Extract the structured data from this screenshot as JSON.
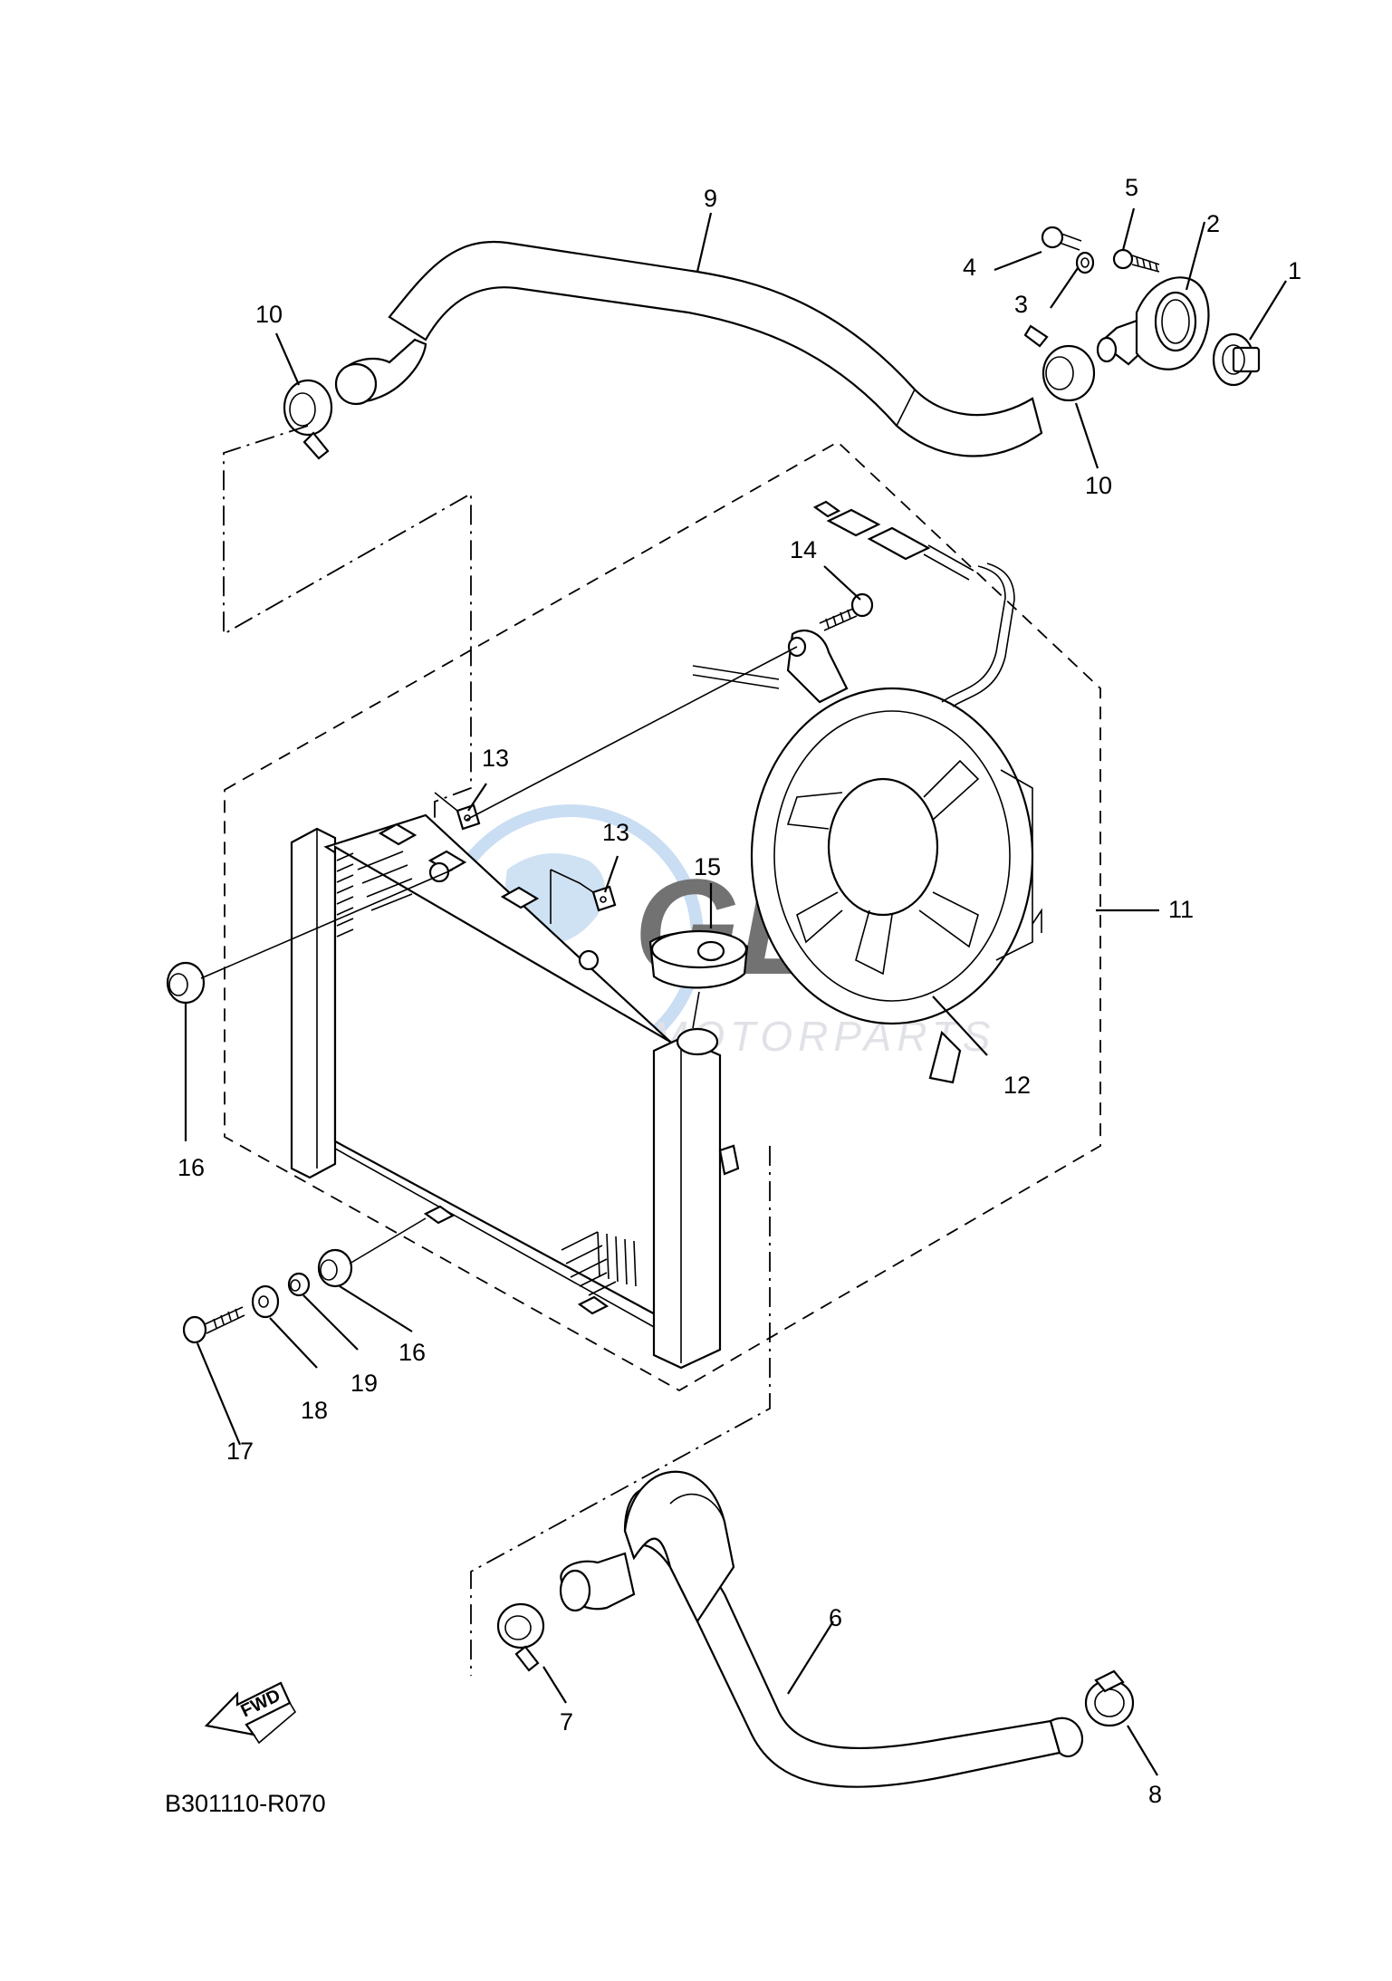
{
  "diagram": {
    "code": "B301110-R070",
    "fwd_label": "FWD",
    "watermark": {
      "brand": "GEM",
      "sub": "MOTORPARTS",
      "color_ring": "#9ec3ea",
      "color_text": "#b9bec8"
    },
    "callouts": {
      "c1": "1",
      "c2": "2",
      "c3": "3",
      "c4": "4",
      "c5": "5",
      "c6": "6",
      "c7": "7",
      "c8": "8",
      "c9": "9",
      "c10a": "10",
      "c10b": "10",
      "c11": "11",
      "c12": "12",
      "c13a": "13",
      "c13b": "13",
      "c14": "14",
      "c15": "15",
      "c16a": "16",
      "c16b": "16",
      "c17": "17",
      "c18": "18",
      "c19": "19"
    }
  }
}
